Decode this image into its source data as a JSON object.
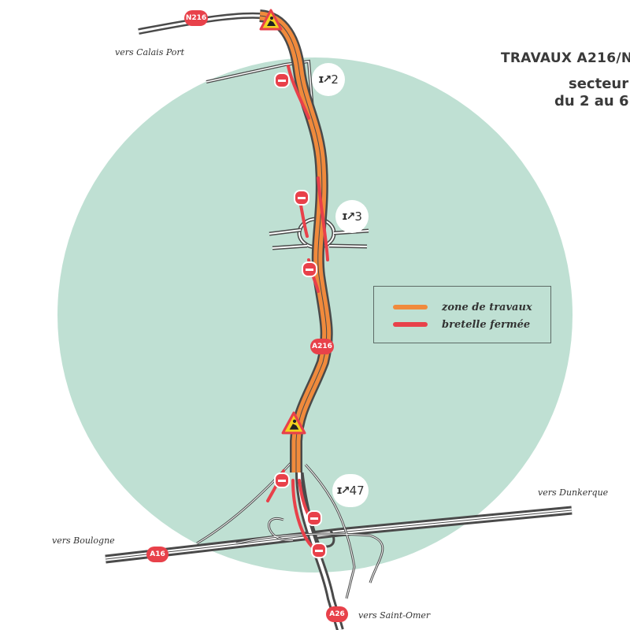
{
  "title": {
    "line1": "TRAVAUX A216/N",
    "line2": "secteur",
    "line3": "du 2 au 6"
  },
  "places": {
    "calais": "vers Calais Port",
    "dunkerque": "vers Dunkerque",
    "boulogne": "vers Boulogne",
    "saint_omer": "vers Saint-Omer"
  },
  "shields": {
    "n216": "N216",
    "a216": "A216",
    "a16": "A16",
    "a26": "A26"
  },
  "exits": [
    {
      "number": "2"
    },
    {
      "number": "3"
    },
    {
      "number": "47"
    }
  ],
  "legend": {
    "works": "zone de travaux",
    "closed": "bretelle fermée"
  },
  "colors": {
    "circle": "#bfe0d3",
    "works": "#f08a3c",
    "closed": "#e8414a",
    "road": "#4a4a4a"
  },
  "icons": {
    "works_sign": "roadworks-warning-icon",
    "no_entry": "no-entry-icon",
    "exit": "motorway-exit-icon"
  }
}
